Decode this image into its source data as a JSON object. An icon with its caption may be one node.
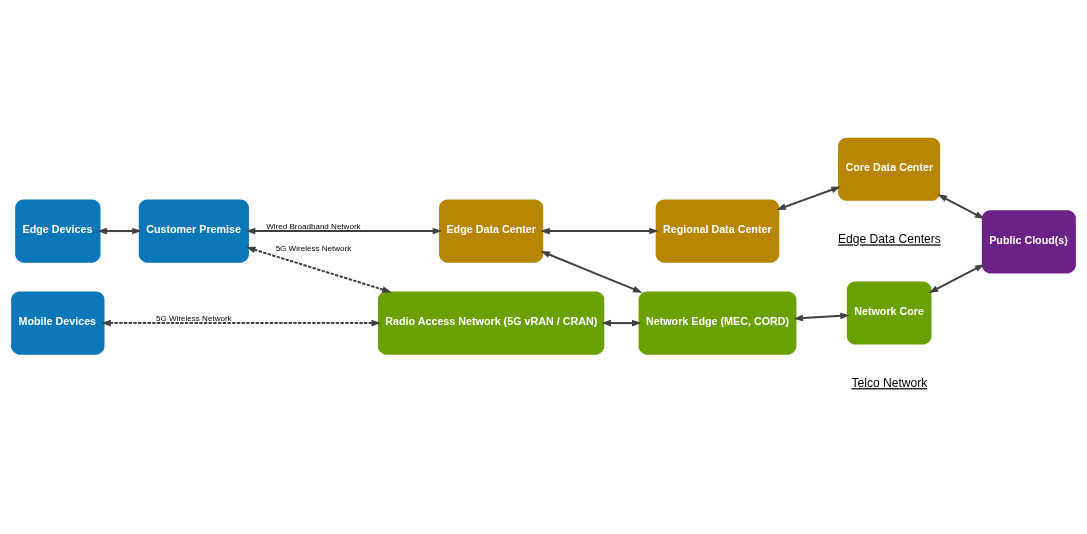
{
  "diagram": {
    "nodes": [
      {
        "text": [
          "Edge Devices"
        ]
      },
      {
        "text": [
          "Customer Premise"
        ]
      },
      {
        "text": [
          "Mobile Devices"
        ]
      },
      {
        "text": [
          "Edge Data Center"
        ]
      },
      {
        "text": [
          "Regional Data Center"
        ]
      },
      {
        "text": [
          "Core Data Center"
        ]
      },
      {
        "text": [
          "Radio Access Network (5G vRAN / CRAN)"
        ]
      },
      {
        "text": [
          "Network Edge (MEC, CORD)"
        ]
      },
      {
        "text": [
          "Network Core"
        ]
      },
      {
        "text": [
          "Public Cloud(s)"
        ]
      }
    ],
    "edges": [
      {
        "from": 0,
        "to": 1,
        "arrow": "both"
      },
      {
        "from": 1,
        "to": 3,
        "arrow": "both",
        "label": "Wired Broadband Network"
      },
      {
        "from": 3,
        "to": 4,
        "arrow": "both"
      },
      {
        "from": 4,
        "to": 5,
        "arrow": "both"
      },
      {
        "from": 5,
        "to": 9,
        "arrow": "both"
      },
      {
        "from": 3,
        "to": 7,
        "arrow": "both"
      },
      {
        "from": 1,
        "to": 6,
        "arrow": "both",
        "style": "dashed",
        "label": "5G Wireless Network"
      },
      {
        "from": 6,
        "to": 7,
        "arrow": "both"
      },
      {
        "from": 7,
        "to": 8,
        "arrow": "both"
      },
      {
        "from": 8,
        "to": 9,
        "arrow": "both"
      },
      {
        "from": 2,
        "to": 6,
        "arrow": "both",
        "style": "dashed",
        "label": "5G Wireless Network"
      }
    ],
    "labels": [
      "Edge Data Centers",
      "Telco Network"
    ]
  }
}
